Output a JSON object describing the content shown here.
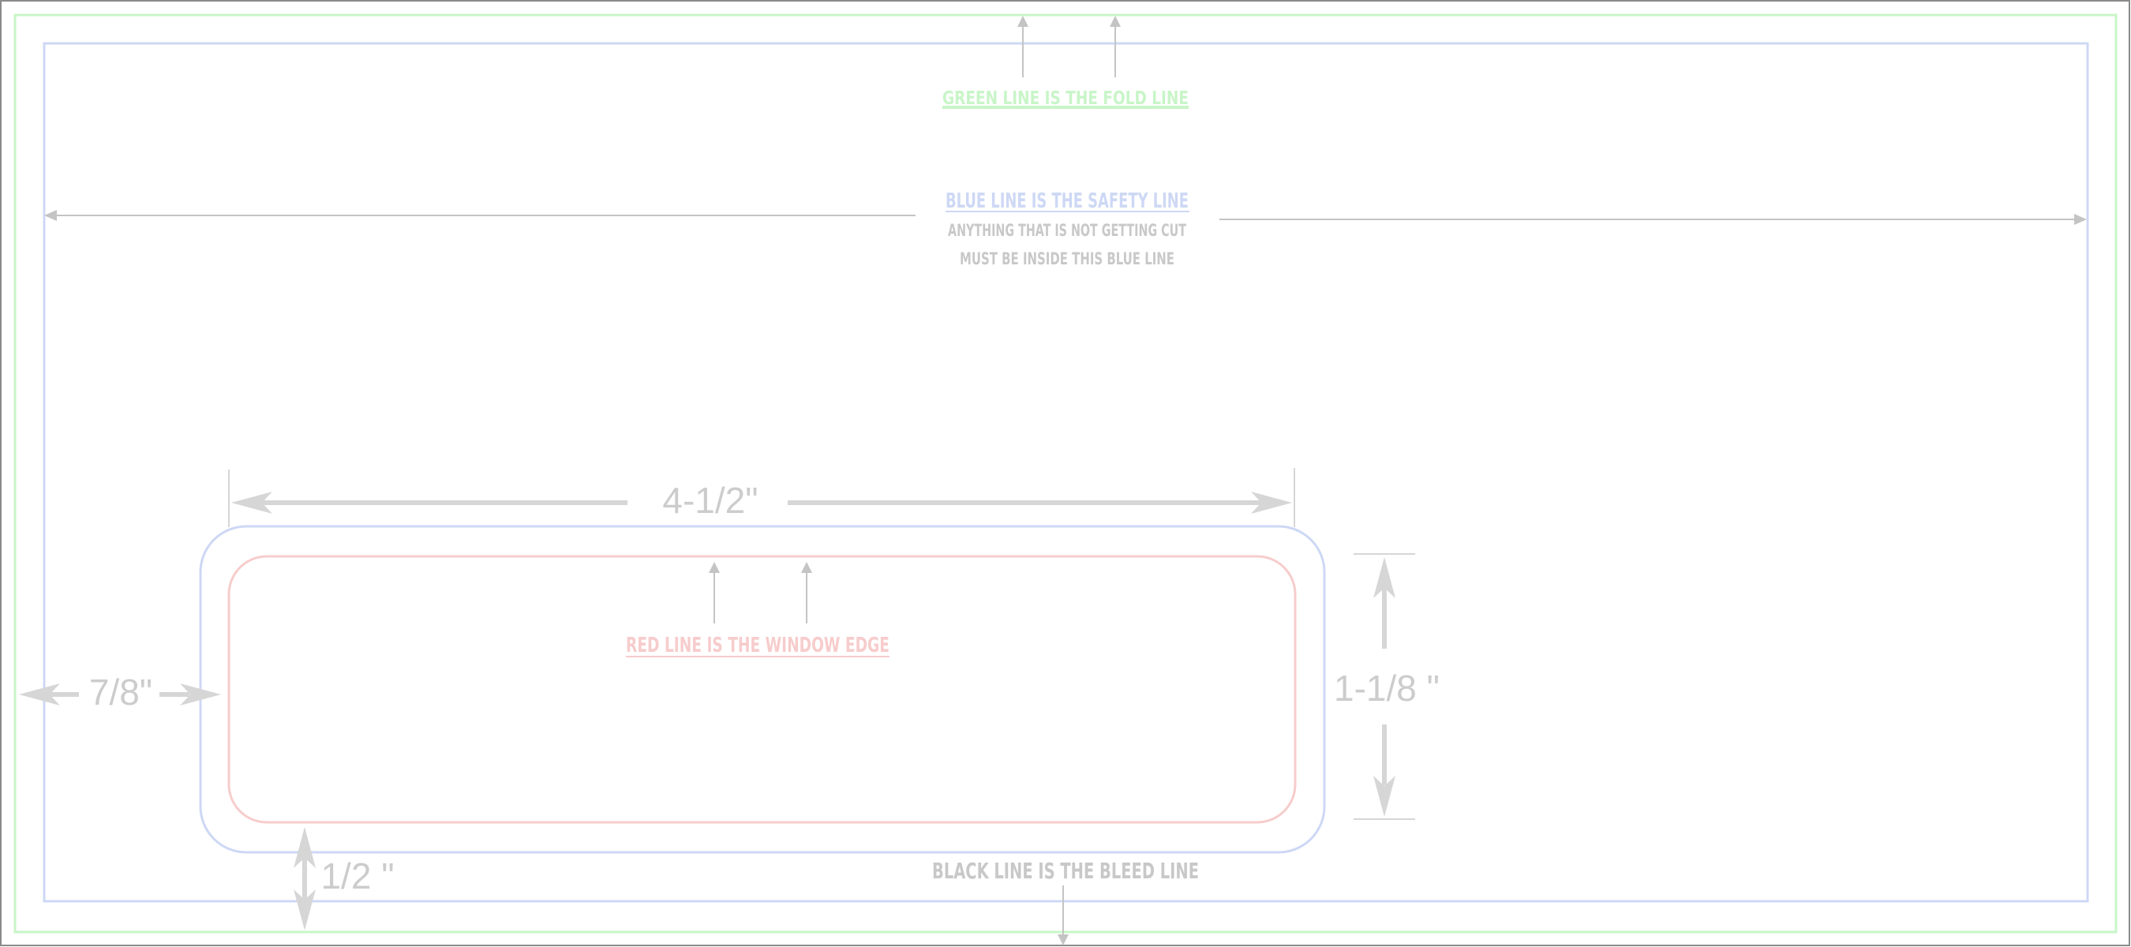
{
  "labels": {
    "fold_line": "GREEN LINE IS THE FOLD LINE",
    "safety_line": "BLUE LINE IS THE SAFETY LINE",
    "safety_note_1": "ANYTHING THAT IS NOT GETTING CUT",
    "safety_note_2": "MUST BE INSIDE THIS BLUE LINE",
    "window_edge": "RED LINE IS THE WINDOW EDGE",
    "bleed_line": "BLACK LINE IS THE BLEED LINE"
  },
  "dimensions": {
    "window_width": "4-1/2\"",
    "window_height": "1-1/8 \"",
    "left_offset": "7/8\"",
    "bottom_offset": "1/2 \""
  },
  "colors": {
    "fold_line": "#c8f5c8",
    "safety_line": "#cdd8f5",
    "window_edge": "#f7cccc",
    "bleed_line": "#7a7a7a",
    "guide_arrow": "#c4c4c4",
    "dimension_arrow": "#d6d6d6",
    "dimension_text": "#cccccc",
    "note_text": "#c8c8c8"
  }
}
